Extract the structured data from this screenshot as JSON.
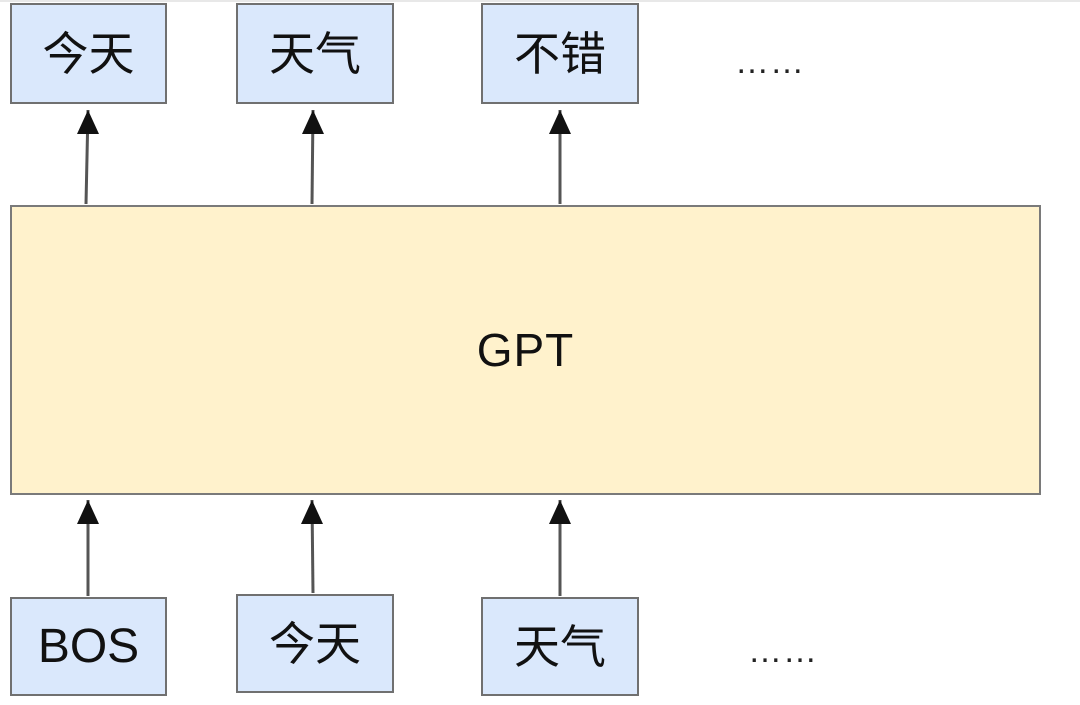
{
  "model": {
    "label": "GPT"
  },
  "output_tokens": [
    "今天",
    "天气",
    "不错"
  ],
  "output_continuation": "……",
  "input_tokens": [
    "BOS",
    "今天",
    "天气"
  ],
  "input_continuation": "……",
  "colors": {
    "token_fill": "#dae8fc",
    "model_fill": "#fff2cc",
    "border": "#707070",
    "arrow": "#111111"
  }
}
